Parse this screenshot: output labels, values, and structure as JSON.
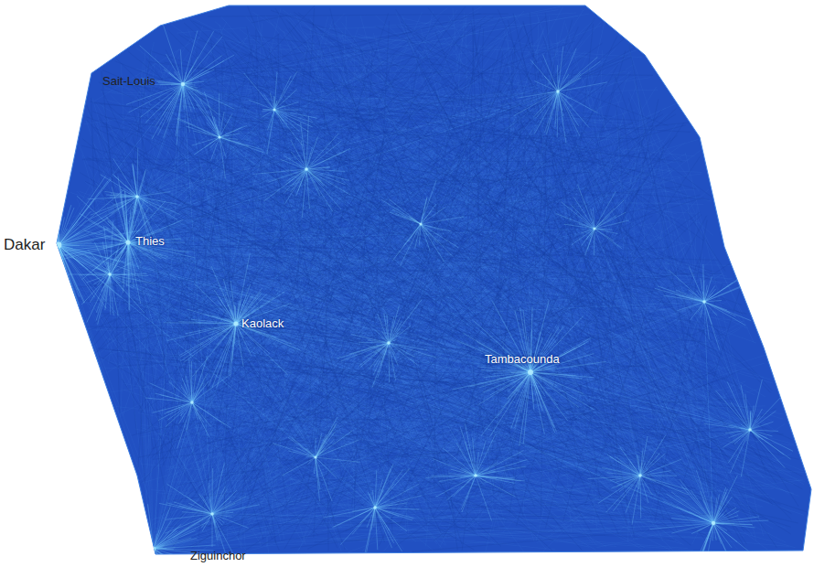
{
  "diagram": {
    "labels": [
      "Sait-Louis",
      "Dakar",
      "Thies",
      "Kaolack",
      "Tambacounda",
      "Ziguinchor"
    ]
  }
}
